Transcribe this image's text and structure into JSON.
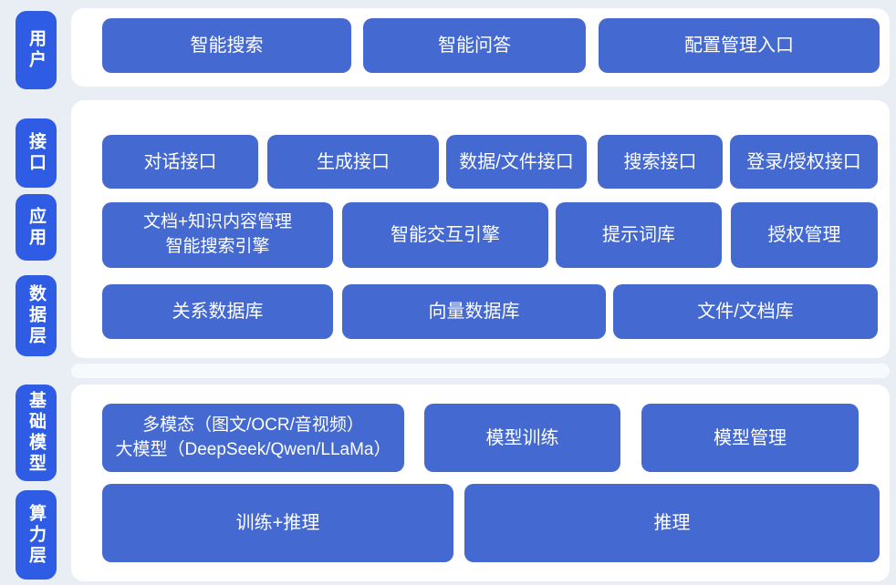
{
  "colors": {
    "page_bg": "#e9eef5",
    "panel_bg": "#ffffff",
    "badge_bg": "#2e5ce5",
    "box_bg": "#4469d1",
    "text": "#ffffff",
    "gap_strip": "#f7fafd"
  },
  "badges": {
    "user": "用户",
    "interface": "接口",
    "application": "应用",
    "data_layer": "数据层",
    "foundation_model": "基础模型",
    "compute_layer": "算力层"
  },
  "user_layer": {
    "boxes": [
      "智能搜索",
      "智能问答",
      "配置管理入口"
    ]
  },
  "middle_layer": {
    "interface_row": [
      "对话接口",
      "生成接口",
      "数据/文件接口",
      "搜索接口",
      "登录/授权接口"
    ],
    "application_row": [
      {
        "line1": "文档+知识内容管理",
        "line2": "智能搜索引擎"
      },
      "智能交互引擎",
      "提示词库",
      "授权管理"
    ],
    "data_row": [
      "关系数据库",
      "向量数据库",
      "文件/文档库"
    ]
  },
  "model_layer": {
    "model_row": [
      {
        "line1": "多模态（图文/OCR/音视频）",
        "line2": "大模型（DeepSeek/Qwen/LLaMa）"
      },
      "模型训练",
      "模型管理"
    ],
    "compute_row": [
      "训练+推理",
      "推理"
    ]
  }
}
